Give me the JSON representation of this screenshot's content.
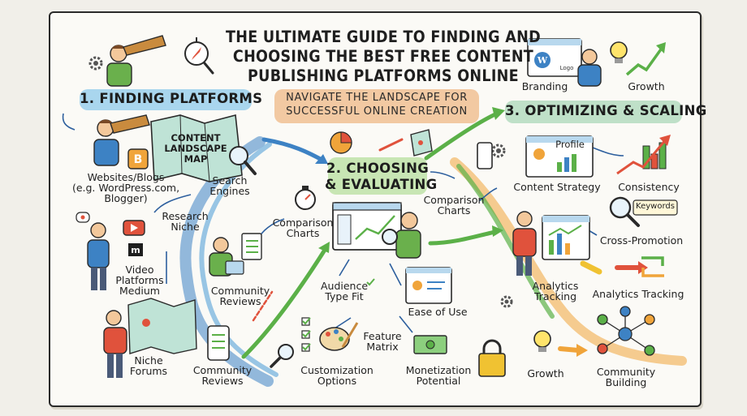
{
  "title": {
    "line1": "THE ULTIMATE GUIDE TO FINDING AND",
    "line2": "CHOOSING THE BEST FREE CONTENT",
    "line3": "PUBLISHING PLATFORMS ONLINE"
  },
  "subtitle": {
    "line1": "NAVIGATE THE LANDSCAPE FOR",
    "line2": "SUCCESSFUL ONLINE CREATION"
  },
  "sections": {
    "finding": {
      "title": "1. FINDING PLATFORMS"
    },
    "choosing": {
      "line1": "2. CHOOSING",
      "line2": "& EVALUATING"
    },
    "optimizing": {
      "title": "3. OPTIMIZING & SCALING"
    }
  },
  "map": {
    "line1": "CONTENT",
    "line2": "LANDSCAPE",
    "line3": "MAP"
  },
  "labels": {
    "search_engines": {
      "line1": "Search",
      "line2": "Engines"
    },
    "websites_blogs": {
      "line1": "Websites/Blogs",
      "line2": "(e.g. WordPress.com,",
      "line3": "Blogger)"
    },
    "research_niche": {
      "line1": "Research",
      "line2": "Niche"
    },
    "video_platforms": {
      "line1": "Video",
      "line2": "Platforms",
      "line3": "Medium"
    },
    "niche_forums": {
      "line1": "Niche",
      "line2": "Forums"
    },
    "community_reviews_1": {
      "line1": "Community",
      "line2": "Reviews"
    },
    "community_reviews_2": {
      "line1": "Community",
      "line2": "Reviews"
    },
    "comparison_charts_1": {
      "line1": "Comparison",
      "line2": "Charts"
    },
    "comparison_charts_2": {
      "line1": "Comparison",
      "line2": "Charts"
    },
    "audience_type_fit": {
      "line1": "Audience",
      "line2": "Type Fit"
    },
    "ease_of_use": "Ease of Use",
    "feature_matrix": {
      "line1": "Feature",
      "line2": "Matrix"
    },
    "customization": {
      "line1": "Customization",
      "line2": "Options"
    },
    "monetization": {
      "line1": "Monetization",
      "line2": "Potential"
    },
    "branding": "Branding",
    "growth_top": "Growth",
    "profile": "Profile",
    "content_strategy": "Content Strategy",
    "consistency": "Consistency",
    "keywords": "Keywords",
    "cross_promotion": "Cross-Promotion",
    "analytics_tracking_1": {
      "line1": "Analytics",
      "line2": "Tracking"
    },
    "analytics_tracking_2": "Analytics Tracking",
    "growth_bottom": "Growth",
    "community_building": {
      "line1": "Community",
      "line2": "Building"
    },
    "logo": "Logo",
    "medium_icon": "m"
  },
  "colors": {
    "section1_highlight": "#a9d6ee",
    "section2_highlight": "#c8e6b4",
    "section3_highlight": "#bfe0c8",
    "subtitle_highlight": "#f2c9a2",
    "arrow_blue": "#3d82c4",
    "arrow_green": "#5bb048",
    "arrow_orange": "#f0a43a",
    "arrow_red": "#e0523c"
  }
}
